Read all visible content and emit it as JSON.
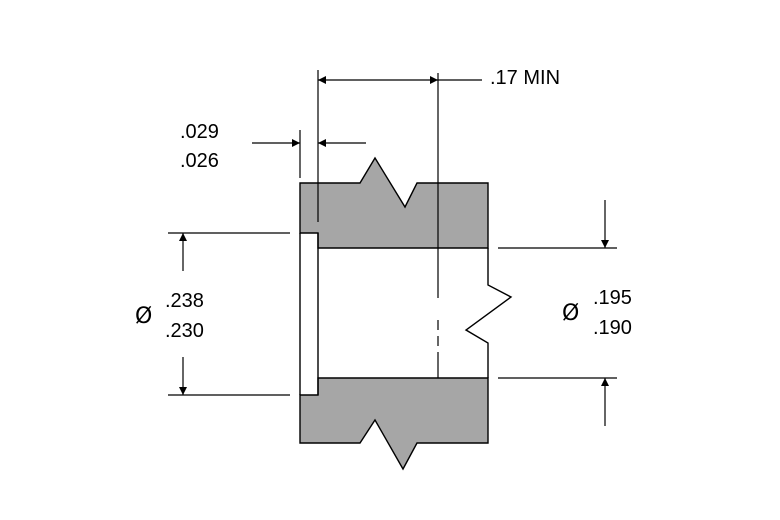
{
  "colors": {
    "section_fill": "#a6a6a6",
    "line": "#000000",
    "background": "#ffffff"
  },
  "dimensions": {
    "depth_min": ".17 MIN",
    "step_depth": {
      "upper": ".029",
      "lower": ".026"
    },
    "counterbore_diameter": {
      "symbol": "Ø",
      "upper": ".238",
      "lower": ".230"
    },
    "bore_diameter": {
      "symbol": "Ø",
      "upper": ".195",
      "lower": ".190"
    }
  }
}
